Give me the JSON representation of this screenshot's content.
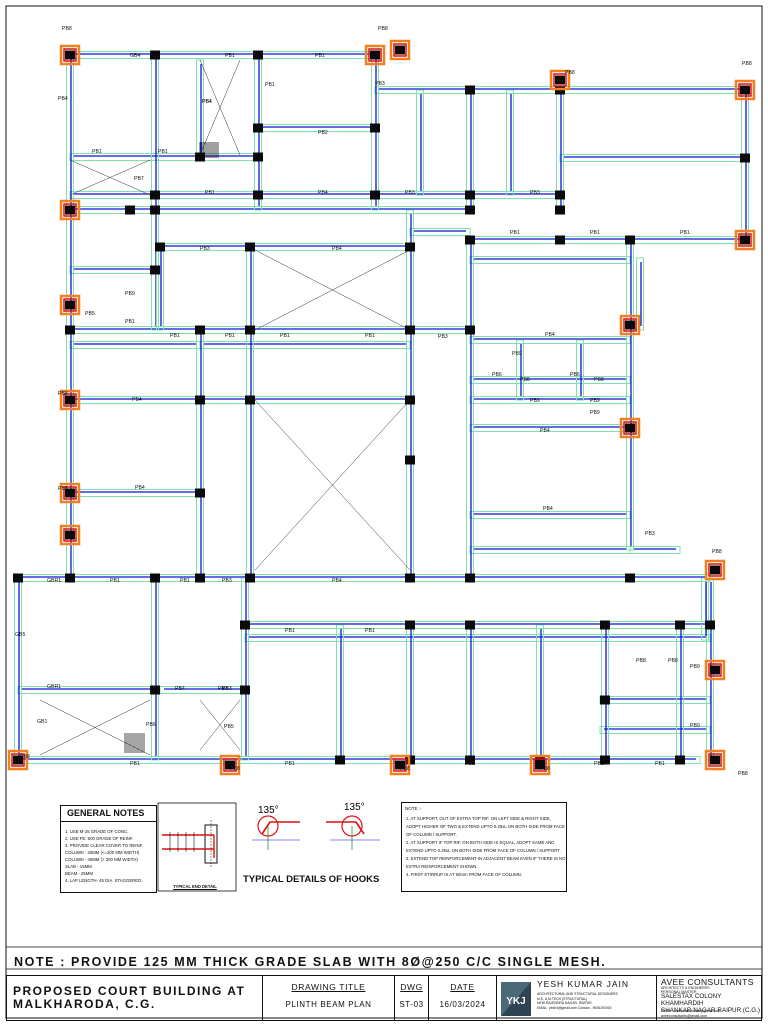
{
  "beam_labels": [
    "PB8",
    "GB4",
    "PB1",
    "PB8",
    "PB1",
    "PB1",
    "PB8",
    "PB8",
    "PB4",
    "PB3",
    "PB2",
    "PB1",
    "PB1",
    "PB4",
    "PB4",
    "PB7",
    "PB1",
    "PB3",
    "PB3",
    "PB4",
    "PB1",
    "PB1",
    "PB1",
    "PB9",
    "PB5",
    "PB3",
    "PB1",
    "PB3",
    "PB4",
    "PB1",
    "PB1",
    "PB1",
    "PB1",
    "PB4",
    "PB8",
    "PB8",
    "PB4",
    "PB4",
    "PB9",
    "PB6",
    "PB8",
    "PB6",
    "PB9",
    "PB9",
    "PB8",
    "PB9",
    "PB4",
    "PB4",
    "PB3",
    "PB8",
    "PB4",
    "GBR1",
    "GBR1",
    "PB1",
    "PB3",
    "PB1",
    "PB3",
    "PB4",
    "PB1",
    "PB1",
    "PB5",
    "PB7",
    "PB6",
    "PB8",
    "PB8",
    "PB9",
    "PB9",
    "GB5",
    "GB1",
    "PB8",
    "PB1",
    "PB8",
    "PB1",
    "PB8",
    "PB1",
    "PB8",
    "PB1",
    "PB1",
    "PB8"
  ],
  "notes": {
    "main_note": "NOTE : PROVIDE 125 MM THICK GRADE SLAB WITH 8Ø@250 C/C SINGLE MESH.",
    "general_notes": {
      "title": "GENERAL NOTES",
      "items": [
        "1.  USE M-25 GRADE OF CONC.",
        "2.  USE FE: 500 GRADE OF REINF.",
        "3.  PROVIDE CLEAR COVER TO REINF.",
        "    COLUMN - 25MM (<=200 MM WIDTH)",
        "    COLUMN - 40MM (> 300 MM WIDTH)",
        "    SLAB       - 15MM",
        "    BEAM      - 25MM",
        "4.  LAP LENGTH- 45 DIA. STAGGERED."
      ]
    },
    "typical_end_detail_label": "TYPICAL END DETAIL",
    "hooks_title": "TYPICAL DETAILS OF HOOKS",
    "hook_angle": "135°",
    "beam_notes": {
      "title": "NOTE :-",
      "items": [
        "1.    AT SUPPORT, OUT OF EXTRA TOP RIF. ON LEFT SIDE & RIGHT SIDE,  ADOPT HIGHER OF TWO & EXTEND UPTO 0.25xL ON BOTH SIDE FROM FACE OF COLUMN / SUPPORT.",
        "2.    AT SUPPORT IF TOP RIF. ON BOTH SIDE IS EQUAL, ADOPT SAME AND EXTEND UPTO 0.25xL ON BOTH SIDE FROM FACE OF COLUMN / SUPPORT.",
        "3.    EXTEND TOP REINFORCEMENT IN ADJACENT BEAM EVEN IF THERE IS NO EXTRA REINFORCEMENT SHOWN.",
        "4.    FIRST STIRRUP IS AT 50mm FROM FACE OF COLUMN."
      ]
    }
  },
  "title_block": {
    "project": "PROPOSED  COURT BUILDING AT MALKHARODA, C.G.",
    "drawing_title_header": "DRAWING TITLE",
    "drawing_title": "PLINTH BEAM PLAN",
    "dwg_header": "DWG",
    "dwg_no": "ST-03",
    "date_header": "DATE",
    "date": "16/03/2024",
    "engineer": {
      "name": "YESH KUMAR JAIN",
      "lines": [
        "ARCHITECTURAL AND STRUCTURAL DESIGNERS",
        "M.E. & M.TECH (STRUCTURAL)",
        "NEW RAJENDRA NAGAR, RAIPUR",
        "EMAIL: yesh4@gmail.com  Contact - 9926200000"
      ],
      "logo_text": "YKJ"
    },
    "consultant": {
      "name": "AVEE CONSULTANTS",
      "lines": [
        "ARCHITECTS & ENGINEERS",
        "PERSONAL MASTER"
      ],
      "address": [
        "SALESTAX COLONY KHAMHARDIH",
        "SHANKAR NAGAR RAIPUR (C.G.)"
      ],
      "email": [
        "Email :-  aveeconsultants@gmail.com",
        "aveeconsultants@gmail.com"
      ]
    }
  },
  "colors": {
    "beam_outline": "#7fe0b0",
    "rebar": "#1010d8",
    "column": "#0a0a0a",
    "footing_orange": "#f08020",
    "footing_red": "#dd1010",
    "text": "#111111"
  }
}
